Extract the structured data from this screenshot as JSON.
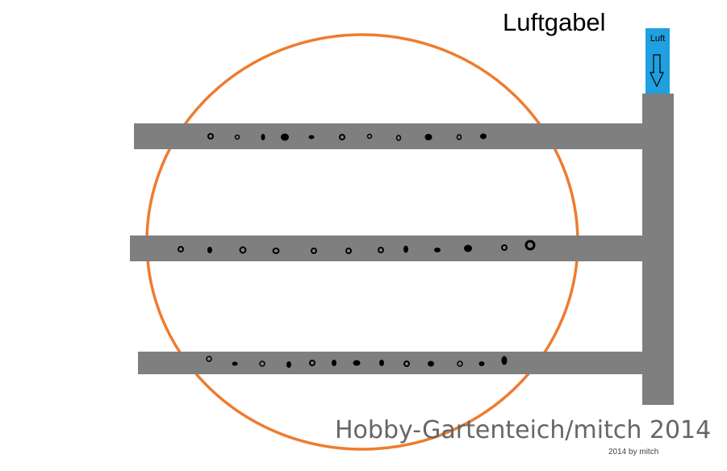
{
  "title": "Luftgabel",
  "inlet_label": "Luft",
  "watermark": "Hobby-Gartenteich/mitch 2014",
  "copyright": "2014 by mitch",
  "colors": {
    "pond_outline": "#ee7c2f",
    "pipe": "#7f7f7f",
    "inlet": "#1fa0e0",
    "holes": "#000000",
    "background": "#ffffff"
  },
  "icons": {
    "air_direction": "down-arrow-icon"
  },
  "branches": [
    {
      "name": "top-branch",
      "hole_count": 11
    },
    {
      "name": "middle-branch",
      "hole_count": 12
    },
    {
      "name": "bottom-branch",
      "hole_count": 13
    }
  ]
}
